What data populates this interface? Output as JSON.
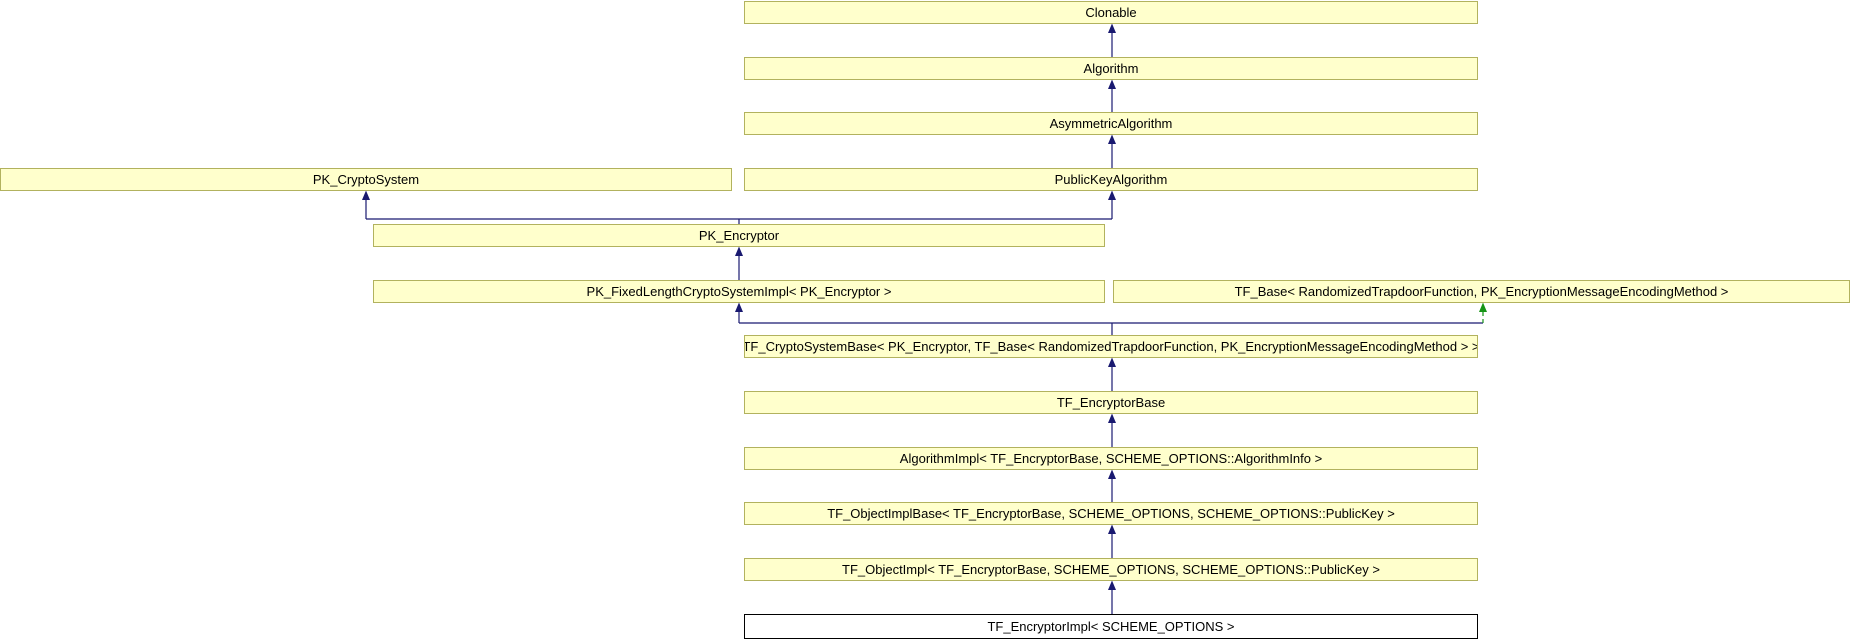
{
  "diagram": {
    "kind": "class-inheritance-graph",
    "colors": {
      "background": "#FFFFFF",
      "node_fill": "#FFFFCC",
      "node_border": "#B2B25E",
      "highlight_node_fill": "#FFFFFF",
      "highlight_node_border": "#000000",
      "text": "#000000",
      "edge_public_inheritance": "#191970",
      "edge_protected_inheritance": "#169416"
    },
    "nodes": [
      {
        "id": "clonable",
        "label": "Clonable"
      },
      {
        "id": "algorithm",
        "label": "Algorithm"
      },
      {
        "id": "asymmetricalgorithm",
        "label": "AsymmetricAlgorithm"
      },
      {
        "id": "pk-cryptosystem",
        "label": "PK_CryptoSystem"
      },
      {
        "id": "publickeyalgorithm",
        "label": "PublicKeyAlgorithm"
      },
      {
        "id": "pk-encryptor",
        "label": "PK_Encryptor"
      },
      {
        "id": "pk-fixedlength",
        "label": "PK_FixedLengthCryptoSystemImpl< PK_Encryptor >"
      },
      {
        "id": "tf-base",
        "label": "TF_Base< RandomizedTrapdoorFunction, PK_EncryptionMessageEncodingMethod >"
      },
      {
        "id": "tf-cryptosystembase",
        "label": "TF_CryptoSystemBase< PK_Encryptor, TF_Base< RandomizedTrapdoorFunction, PK_EncryptionMessageEncodingMethod > >"
      },
      {
        "id": "tf-encryptorbase",
        "label": "TF_EncryptorBase"
      },
      {
        "id": "algorithmimpl",
        "label": "AlgorithmImpl< TF_EncryptorBase, SCHEME_OPTIONS::AlgorithmInfo >"
      },
      {
        "id": "tf-objectimplbase",
        "label": "TF_ObjectImplBase< TF_EncryptorBase, SCHEME_OPTIONS, SCHEME_OPTIONS::PublicKey >"
      },
      {
        "id": "tf-objectimpl",
        "label": "TF_ObjectImpl< TF_EncryptorBase, SCHEME_OPTIONS, SCHEME_OPTIONS::PublicKey >"
      },
      {
        "id": "tf-encryptorimpl",
        "label": "TF_EncryptorImpl< SCHEME_OPTIONS >",
        "highlighted": true
      }
    ],
    "edges": [
      {
        "from": "algorithm",
        "to": "clonable",
        "relation": "public"
      },
      {
        "from": "asymmetricalgorithm",
        "to": "algorithm",
        "relation": "public"
      },
      {
        "from": "publickeyalgorithm",
        "to": "asymmetricalgorithm",
        "relation": "public"
      },
      {
        "from": "pk-encryptor",
        "to": "pk-cryptosystem",
        "relation": "public"
      },
      {
        "from": "pk-encryptor",
        "to": "publickeyalgorithm",
        "relation": "public"
      },
      {
        "from": "pk-fixedlength",
        "to": "pk-encryptor",
        "relation": "public"
      },
      {
        "from": "tf-cryptosystembase",
        "to": "pk-fixedlength",
        "relation": "public"
      },
      {
        "from": "tf-cryptosystembase",
        "to": "tf-base",
        "relation": "protected"
      },
      {
        "from": "tf-encryptorbase",
        "to": "tf-cryptosystembase",
        "relation": "public"
      },
      {
        "from": "algorithmimpl",
        "to": "tf-encryptorbase",
        "relation": "public"
      },
      {
        "from": "tf-objectimplbase",
        "to": "algorithmimpl",
        "relation": "public"
      },
      {
        "from": "tf-objectimpl",
        "to": "tf-objectimplbase",
        "relation": "public"
      },
      {
        "from": "tf-encryptorimpl",
        "to": "tf-objectimpl",
        "relation": "public"
      }
    ]
  }
}
